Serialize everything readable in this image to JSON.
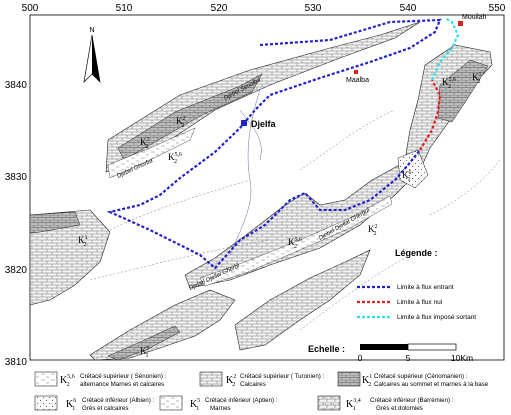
{
  "axes": {
    "x_ticks": [
      "500",
      "510",
      "520",
      "530",
      "540",
      "550"
    ],
    "y_ticks": [
      "3840",
      "3830",
      "3820",
      "3810"
    ]
  },
  "north": "N",
  "places": {
    "djelfa": "Djelfa",
    "maalba": "Maalba",
    "moudjbara": "Mouilah"
  },
  "ridges": {
    "djebel_senalba": "Djebel Senalba",
    "djebel_ghorba": "Djebel Ghorba",
    "djebel_djellal_ghorbi": "Djebel Djellal Gherbi",
    "djebel_djellal_chergui": "Djebel Djellal Chergui"
  },
  "map_units": {
    "k2_56": {
      "sym": "K",
      "sup": "5,6",
      "sub": "2"
    },
    "k2_2": {
      "sym": "K",
      "sup": "2",
      "sub": "2"
    },
    "k2_1": {
      "sym": "K",
      "sup": "1",
      "sub": "2"
    },
    "k1_6": {
      "sym": "K",
      "sup": "6",
      "sub": "1"
    },
    "k1_5": {
      "sym": "K",
      "sup": "5",
      "sub": "1"
    }
  },
  "legend": {
    "title": "Légende :",
    "entering": "Limite à flux entrant",
    "null": "Limite à flux nul",
    "imposed": "Limite à flux imposé sortant",
    "colors": {
      "entering": "#2222cc",
      "null": "#e02020",
      "imposed": "#33e0e8"
    }
  },
  "scale": {
    "title": "Echelle :",
    "zero": "0",
    "five": "5",
    "ten": "10Km"
  },
  "key": [
    {
      "sym": "K",
      "sup": "5,6",
      "sub": "2",
      "line1": "Crétacé supérieur ( Sénonien) :",
      "line2": "alternance Marnes et calcaires"
    },
    {
      "sym": "K",
      "sup": "2",
      "sub": "2",
      "line1": "Crétacé supérieur ( Turonien) :",
      "line2": "Calcaires"
    },
    {
      "sym": "K",
      "sup": "1",
      "sub": "2",
      "line1": "Crétacé supérieur (Cénomanien) :",
      "line2": "Calcaires au sommet et marnes à la base"
    },
    {
      "sym": "K",
      "sup": "6",
      "sub": "1",
      "line1": "Crétacé inférieur (Albien) :",
      "line2": "Grès et calcaires"
    },
    {
      "sym": "K",
      "sup": "5",
      "sub": "1",
      "line1": "Crétacé inférieur (Aptien) :",
      "line2": "Marnes"
    },
    {
      "sym": "K",
      "sup": "3,4",
      "sub": "1",
      "line1": "Crétacé inférieur (Barrémien) :",
      "line2": "Grès et dolomies"
    }
  ]
}
